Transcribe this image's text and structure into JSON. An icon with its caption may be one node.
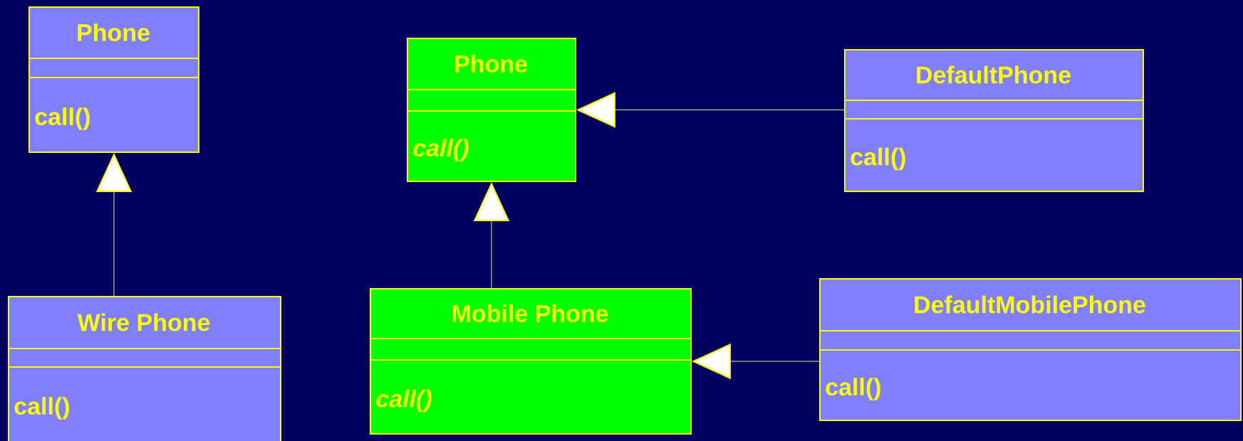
{
  "diagram": {
    "nodes": [
      {
        "text": [
          "Phone",
          "call()"
        ]
      },
      {
        "text": [
          "Phone",
          "call()"
        ]
      },
      {
        "text": [
          "DefaultPhone",
          "call()"
        ]
      },
      {
        "text": [
          "Wire Phone",
          "call()"
        ]
      },
      {
        "text": [
          "Mobile Phone",
          "call()"
        ]
      },
      {
        "text": [
          "DefaultMobilePhone",
          "call()"
        ]
      }
    ],
    "edges": [
      {
        "from": 3,
        "to": 0,
        "arrow": "to"
      },
      {
        "from": 4,
        "to": 1,
        "arrow": "to"
      },
      {
        "from": 2,
        "to": 1,
        "arrow": "to"
      },
      {
        "from": 5,
        "to": 4,
        "arrow": "to"
      }
    ]
  }
}
